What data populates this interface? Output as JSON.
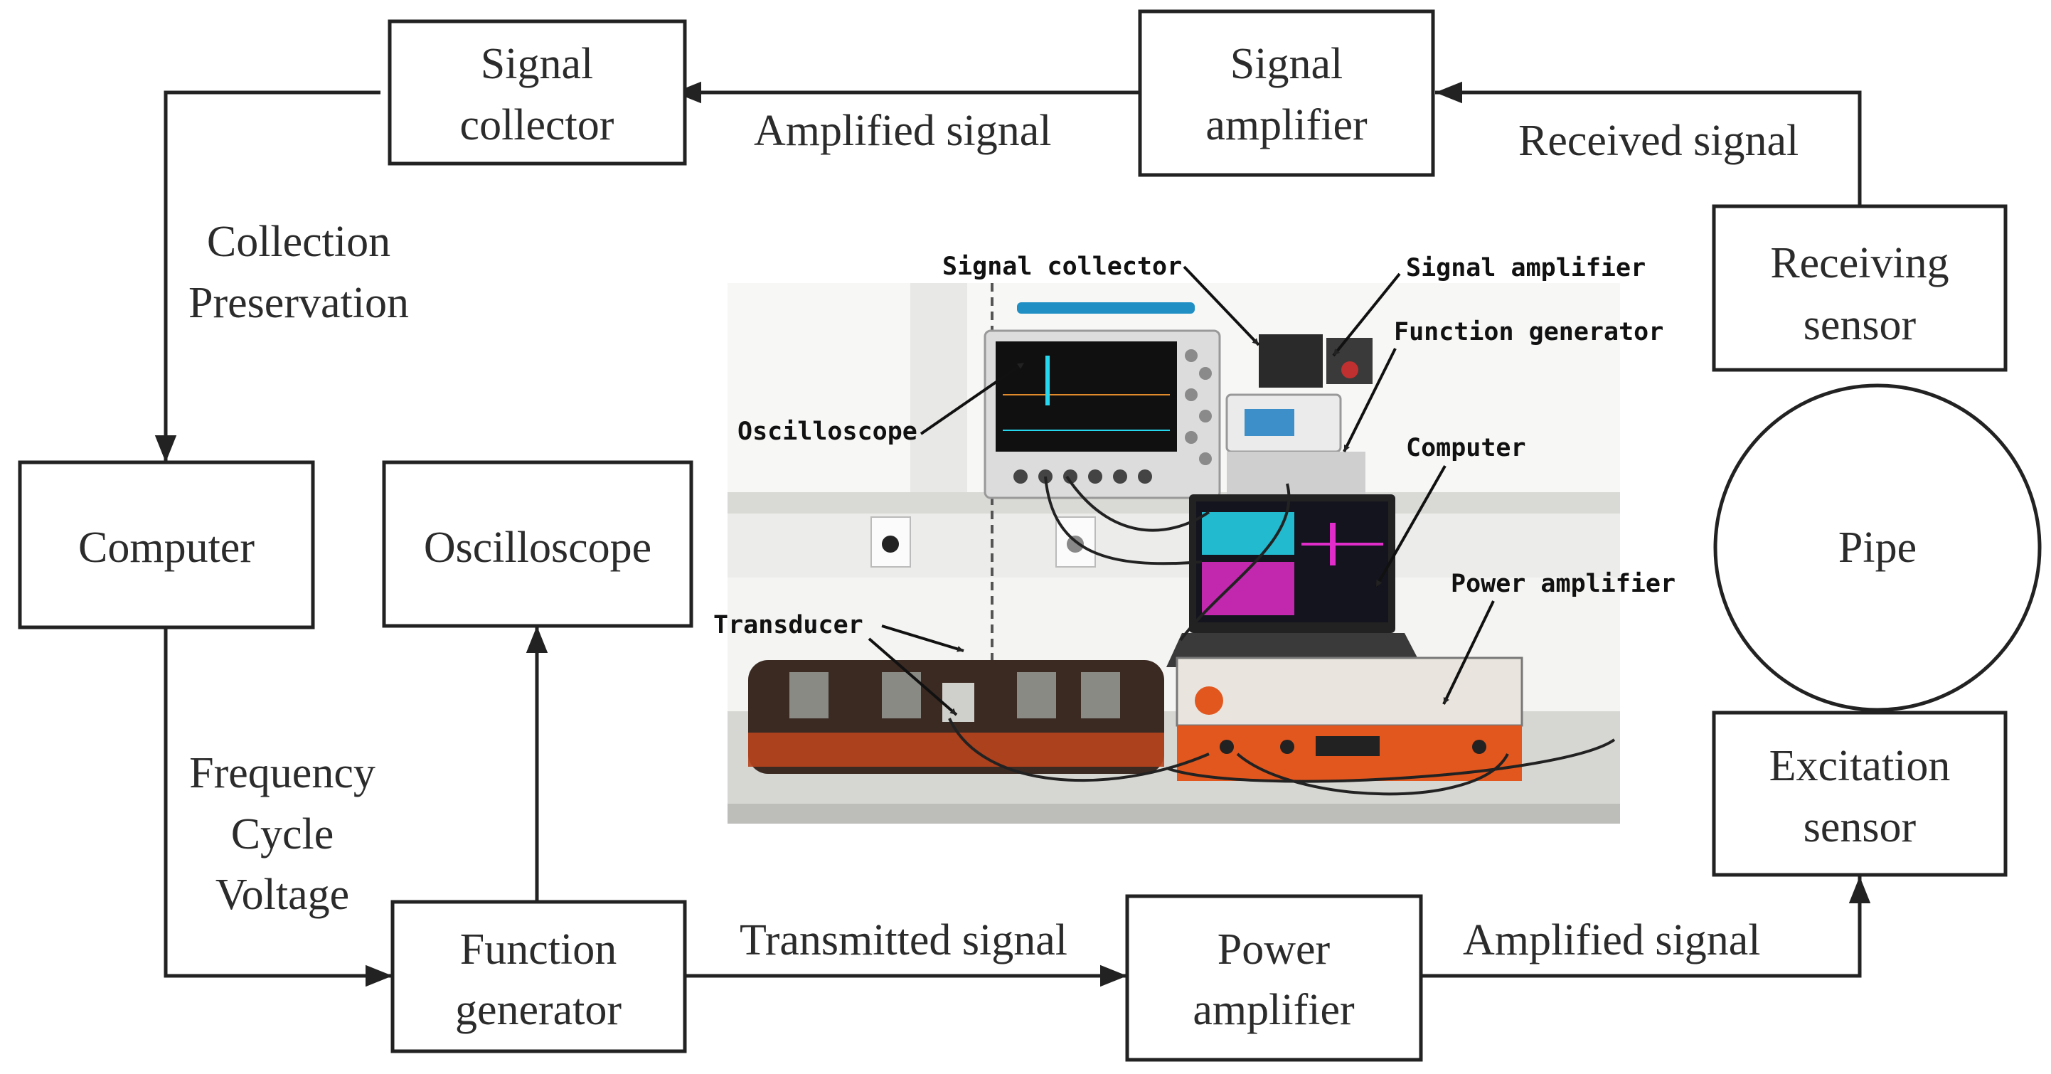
{
  "colors": {
    "line": "#222222",
    "text": "#2b2b2b",
    "orange": "#e2571e",
    "pipe_dark": "#3b2a22",
    "screen_cyan": "#25d7ef",
    "screen_magenta": "#e02cc8"
  },
  "boxes": {
    "signal_collector": [
      "Signal",
      "collector"
    ],
    "signal_amplifier": [
      "Signal",
      "amplifier"
    ],
    "receiving_sensor": [
      "Receiving",
      "sensor"
    ],
    "computer": [
      "Computer"
    ],
    "oscilloscope": [
      "Oscilloscope"
    ],
    "pipe": [
      "Pipe"
    ],
    "excitation_sensor": [
      "Excitation",
      "sensor"
    ],
    "function_generator": [
      "Function",
      "generator"
    ],
    "power_amplifier": [
      "Power",
      "amplifier"
    ]
  },
  "edge_labels": {
    "amplified_signal_top": "Amplified signal",
    "received_signal": "Received signal",
    "collection_preservation": [
      "Collection",
      "Preservation"
    ],
    "frequency_cycle_voltage": [
      "Frequency",
      "Cycle",
      "Voltage"
    ],
    "transmitted_signal": "Transmitted signal",
    "amplified_signal_bottom": "Amplified signal"
  },
  "photo_labels": {
    "signal_collector": "Signal collector",
    "signal_amplifier": "Signal amplifier",
    "function_generator": "Function generator",
    "oscilloscope": "Oscilloscope",
    "computer": "Computer",
    "power_amplifier": "Power amplifier",
    "transducer": "Transducer"
  }
}
